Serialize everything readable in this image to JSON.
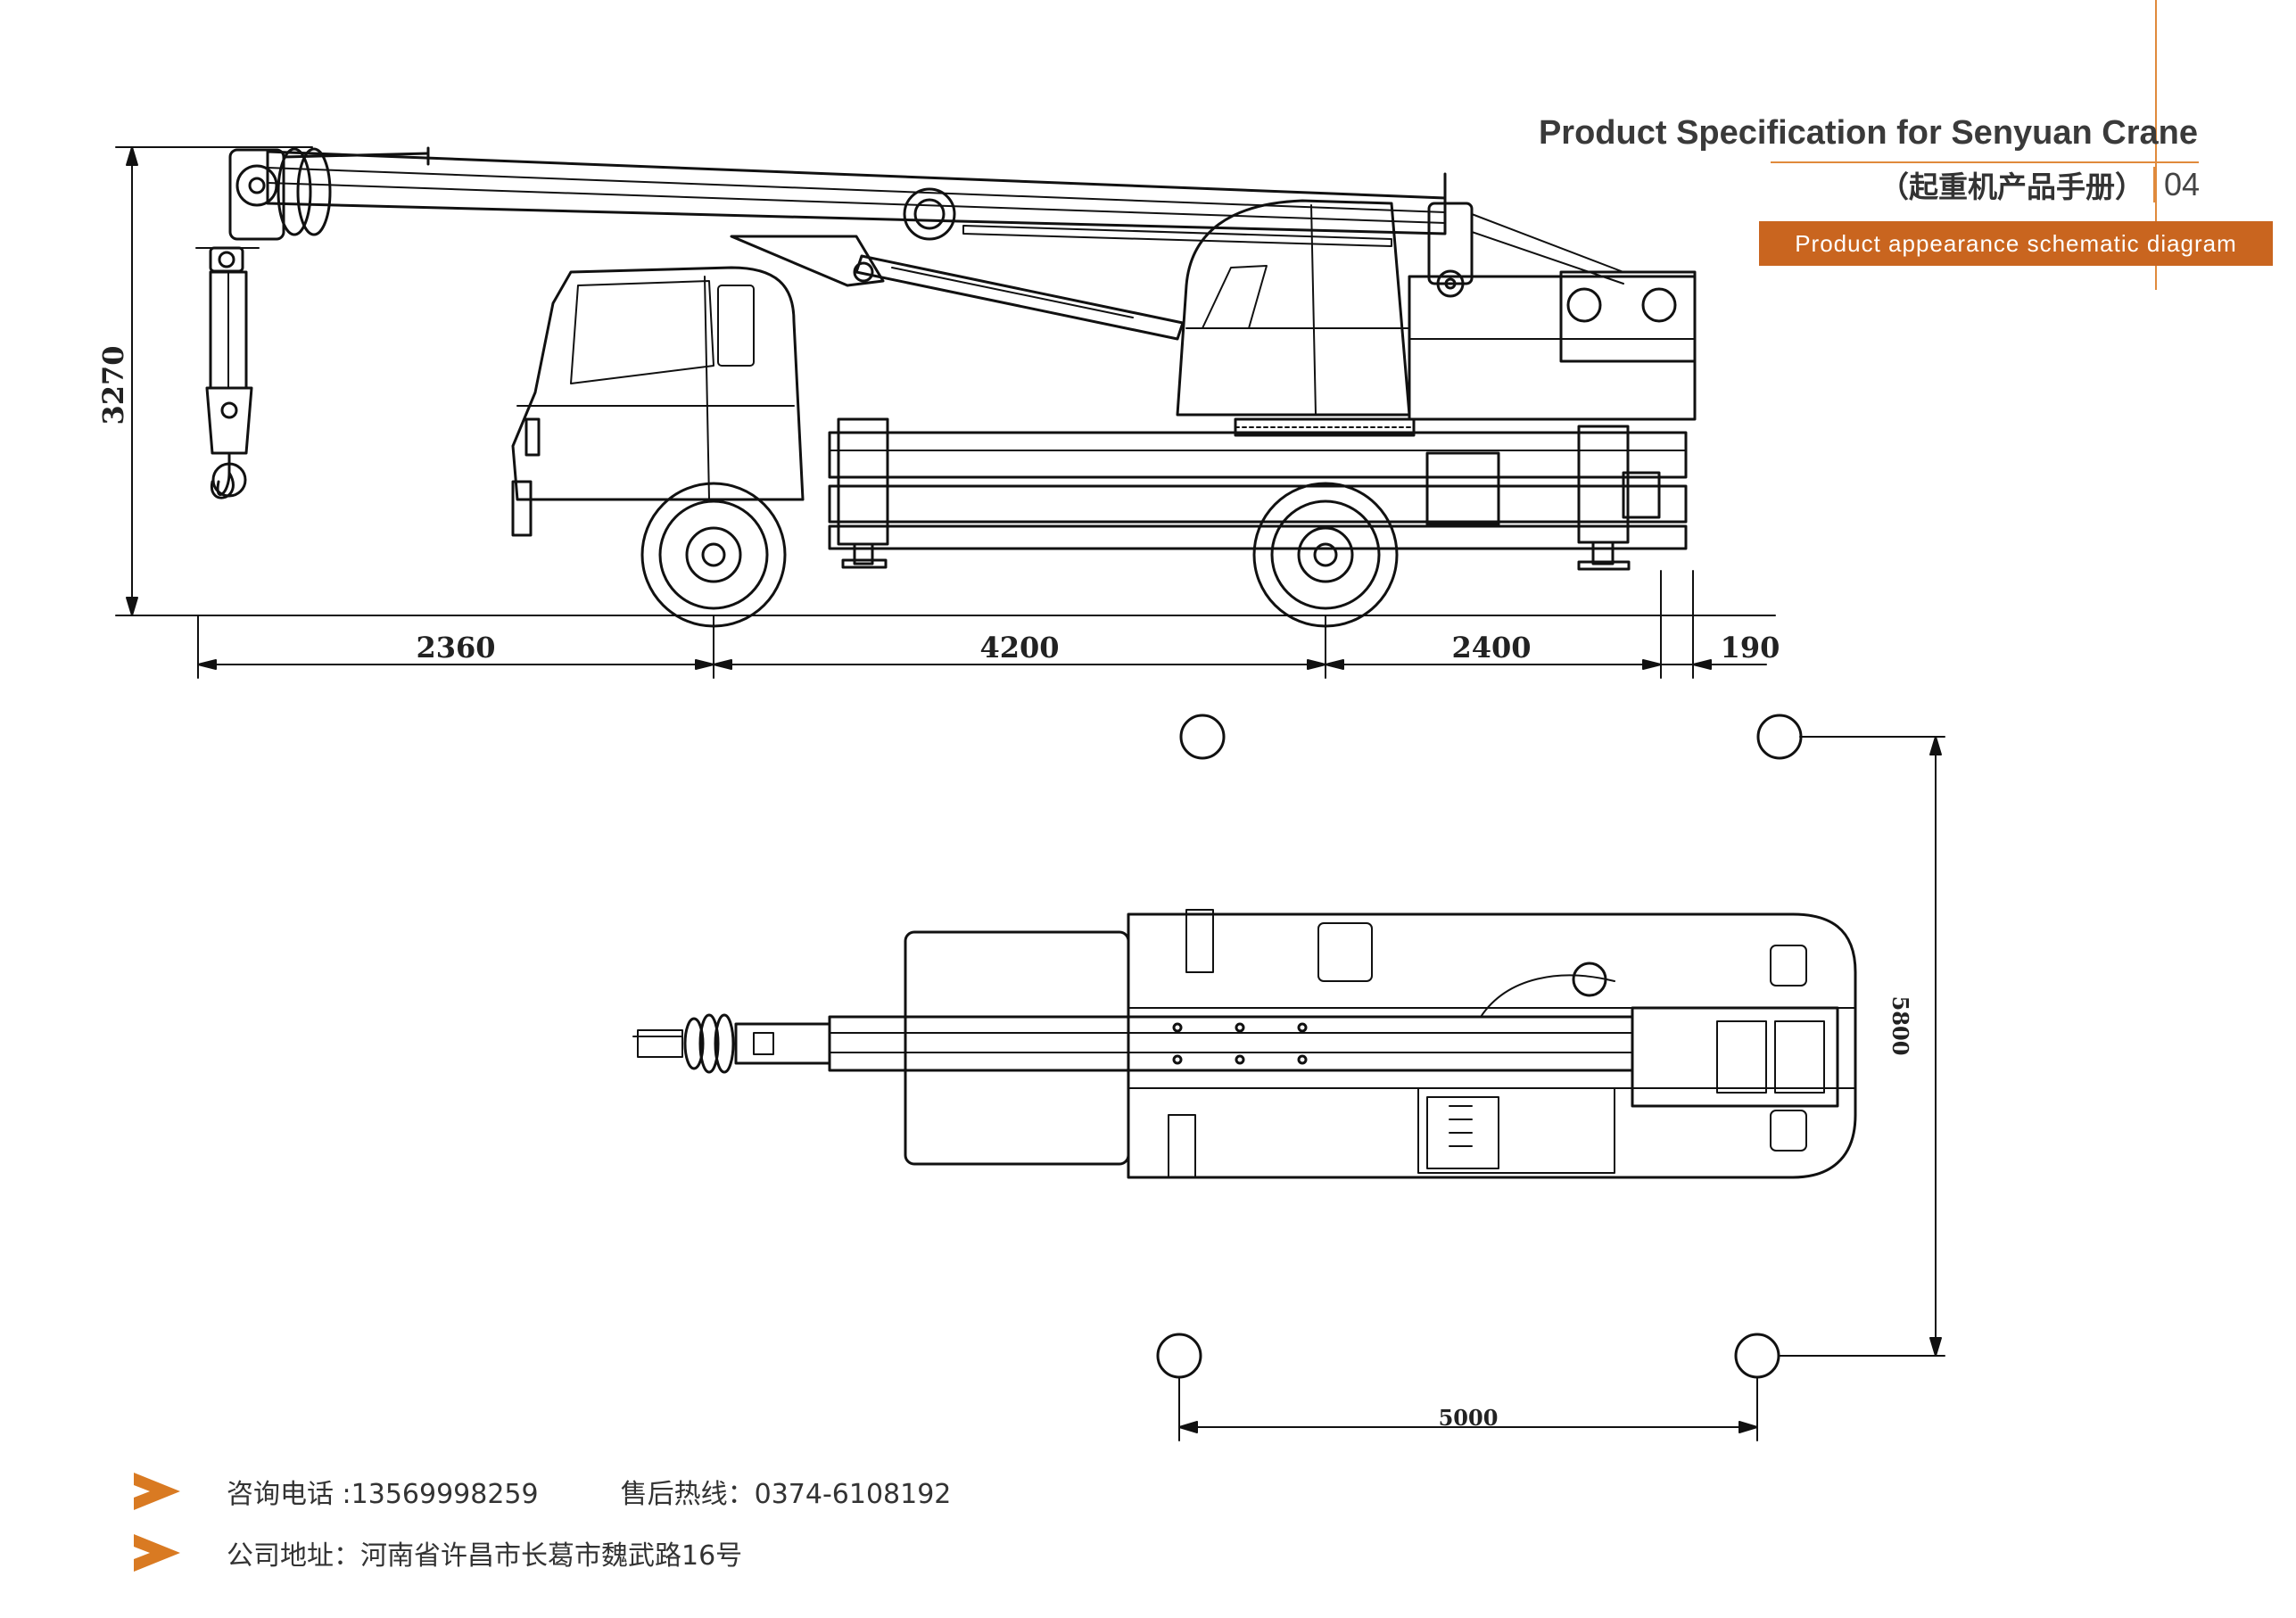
{
  "header": {
    "title_en": "Product Specification for Senyuan Crane",
    "title_cn": "（起重机产品手册）",
    "page_number": "04",
    "banner": "Product appearance schematic diagram"
  },
  "diagram": {
    "side_view": {
      "height_dim": "3270",
      "length_dims": [
        "2360",
        "4200",
        "2400",
        "190"
      ]
    },
    "top_view": {
      "outrigger_span_length": "5800",
      "outrigger_span_width": "5000"
    }
  },
  "footer": {
    "phone_label": "咨询电话 :13569998259",
    "hotline_label": "售后热线：0374-6108192",
    "address_label": "公司地址：河南省许昌市长葛市魏武路16号"
  },
  "colors": {
    "accent": "#c9651f",
    "line": "#e08a3c",
    "arrow": "#d97a22"
  },
  "icons": [
    "arrow-right-icon"
  ]
}
